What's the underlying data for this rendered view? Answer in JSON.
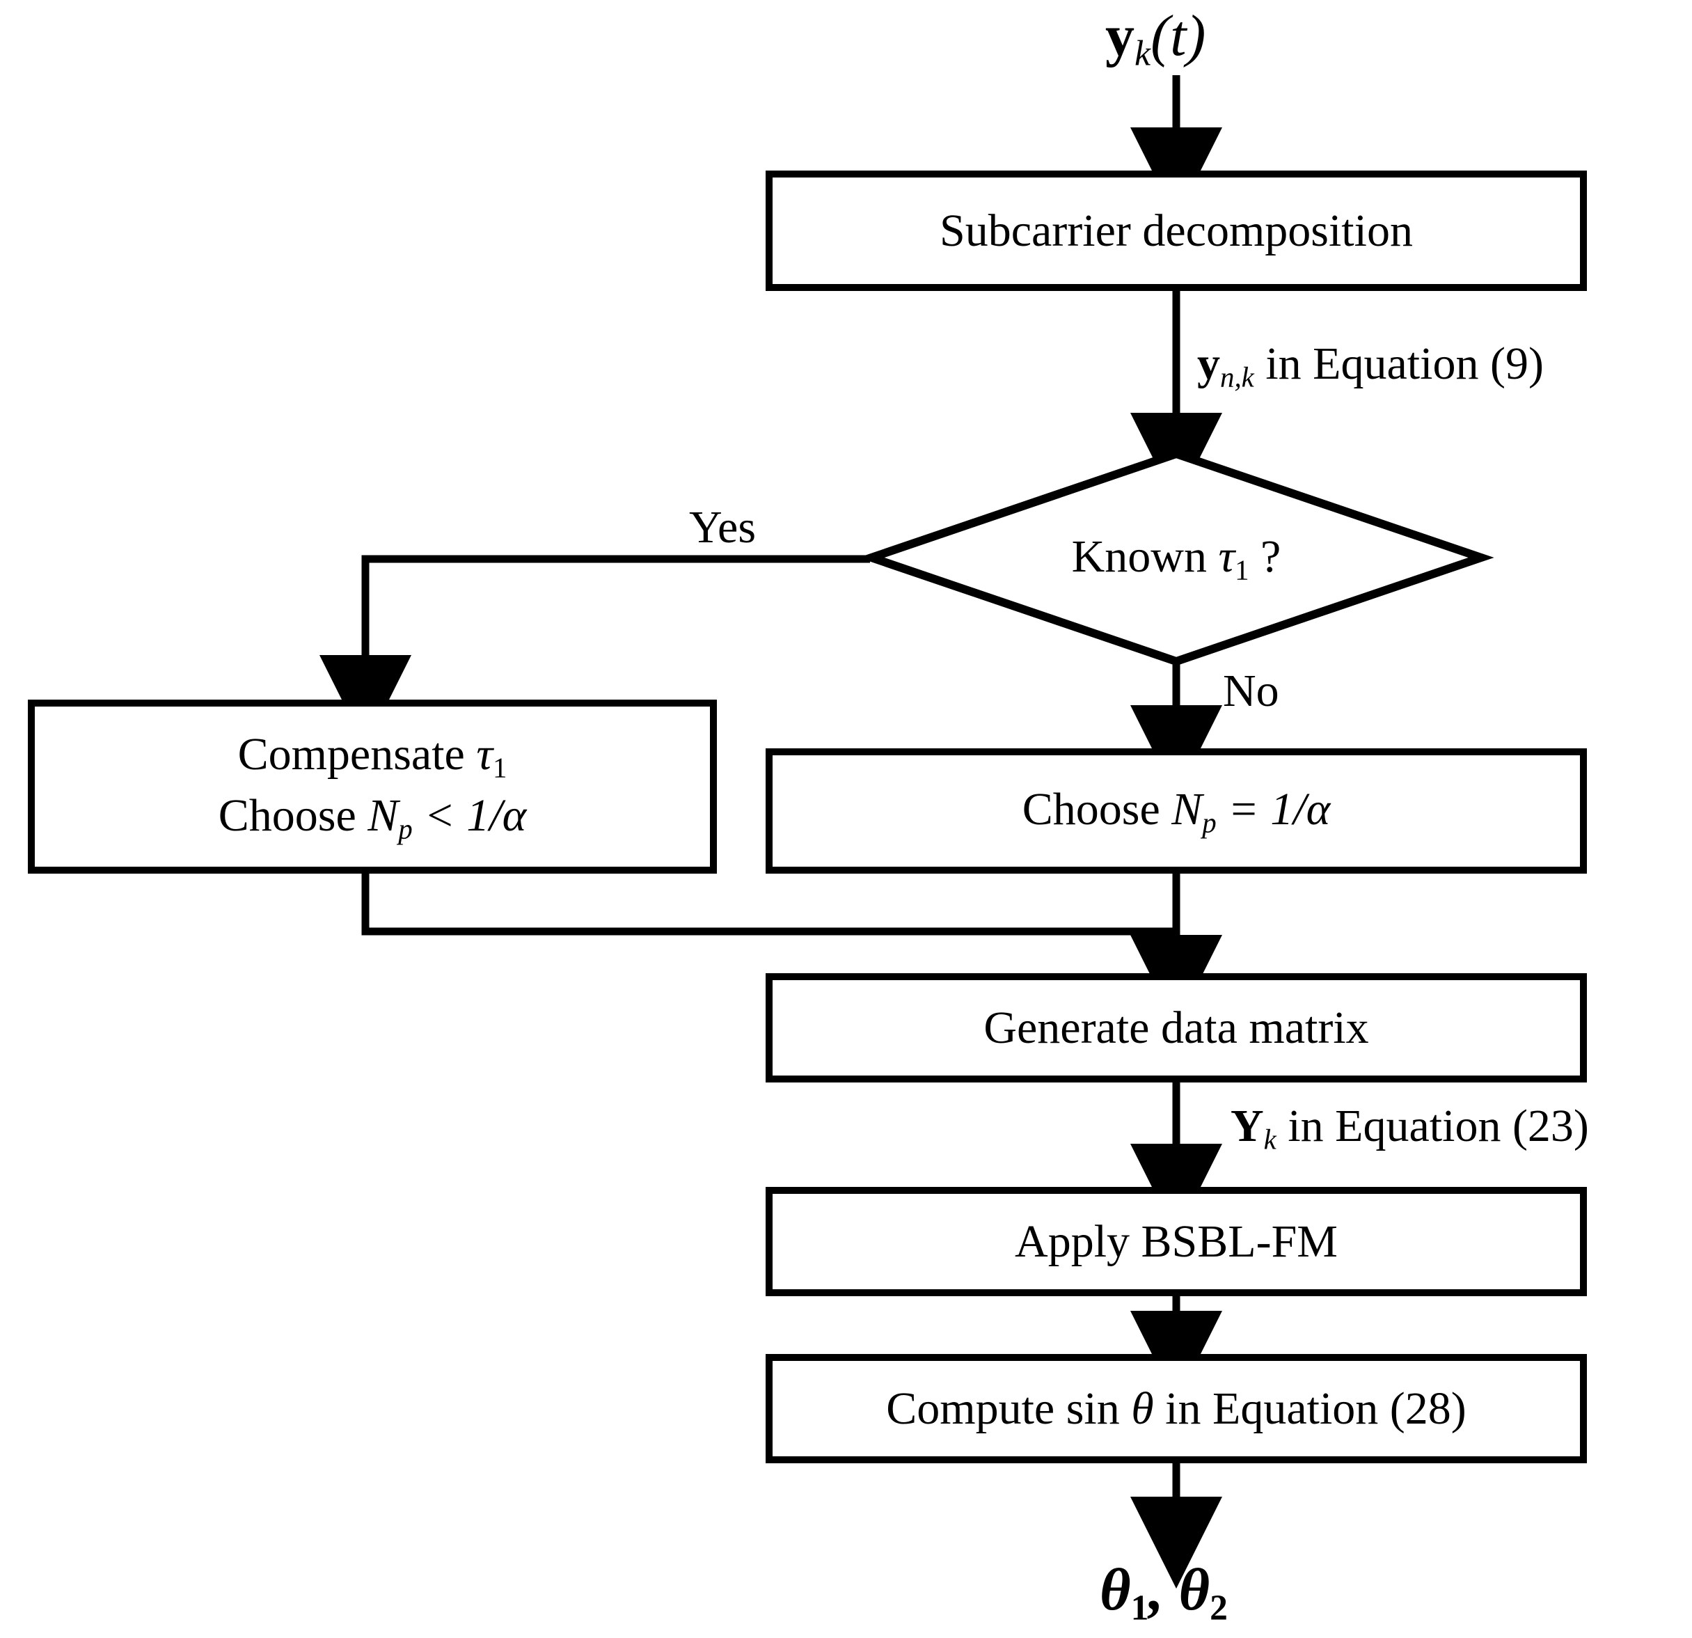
{
  "diagram": {
    "type": "flowchart",
    "title": "Subcarrier decomposition / BSBL-FM DOA estimation flowchart",
    "background_color": "#ffffff",
    "line_color": "#000000"
  },
  "inputs": {
    "top_signal": "y_k(t)",
    "top_signal_parts": {
      "base": "y",
      "sub": "k",
      "arg": "(t)"
    }
  },
  "outputs": {
    "bottom_result": "θ₁, θ₂",
    "bottom_parts": {
      "first": "θ",
      "first_sub": "1",
      "second": "θ",
      "second_sub": "2",
      "separator": ","
    }
  },
  "nodes": [
    {
      "id": "subcarrier",
      "shape": "rect",
      "label": "Subcarrier decomposition"
    },
    {
      "id": "known-tau",
      "shape": "diamond",
      "label_prefix": "Known ",
      "label_symbol": "τ",
      "label_sub": "1",
      "label_suffix": " ?"
    },
    {
      "id": "compensate",
      "shape": "rect",
      "line1_prefix": "Compensate ",
      "line1_symbol": "τ",
      "line1_sub": "1",
      "line2_prefix": "Choose ",
      "line2_symbol": "N",
      "line2_sub": "p",
      "line2_suffix": " < 1/α"
    },
    {
      "id": "choose-np",
      "shape": "rect",
      "line1_prefix": "Choose ",
      "line1_symbol": "N",
      "line1_sub": "p",
      "line1_suffix": " =  1/α"
    },
    {
      "id": "generate-matrix",
      "shape": "rect",
      "label": "Generate data matrix"
    },
    {
      "id": "apply-bsbl",
      "shape": "rect",
      "label": "Apply BSBL-FM"
    },
    {
      "id": "compute-sin",
      "shape": "rect",
      "label_prefix": "Compute sin ",
      "label_symbol": "θ",
      "label_suffix": " in Equation (28)"
    }
  ],
  "edge_labels": {
    "yes": "Yes",
    "no": "No",
    "after_subcarrier": {
      "vector": "y",
      "sub": "n,k",
      "text": " in Equation (9)"
    },
    "after_generate": {
      "vector": "Y",
      "sub": "k",
      "text": " in Equation (23)"
    }
  },
  "symbols": {
    "tau": "τ",
    "alpha": "α",
    "theta": "θ",
    "Np": "N_p"
  }
}
